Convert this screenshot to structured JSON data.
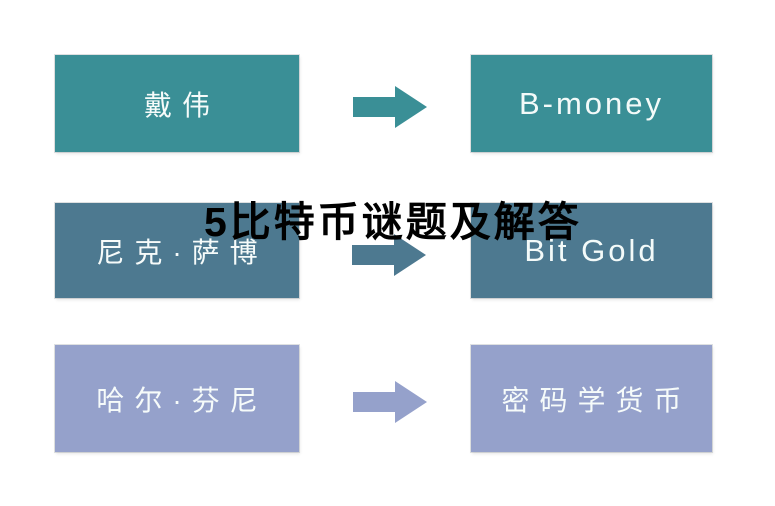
{
  "page": {
    "background_color": "#ffffff",
    "title_overlay": "5比特币谜题及解答",
    "title_color": "#000000"
  },
  "diagram": {
    "arrow_icon": "right-block-arrow",
    "text_color": "#f6fbfa",
    "rows": [
      {
        "person": "戴伟",
        "concept": "B-money",
        "color": "#3a8f96"
      },
      {
        "person": "尼克·萨博",
        "concept": "Bit Gold",
        "color": "#4d7990"
      },
      {
        "person": "哈尔·芬尼",
        "concept": "密码学货币",
        "color": "#95a1cb"
      }
    ]
  }
}
